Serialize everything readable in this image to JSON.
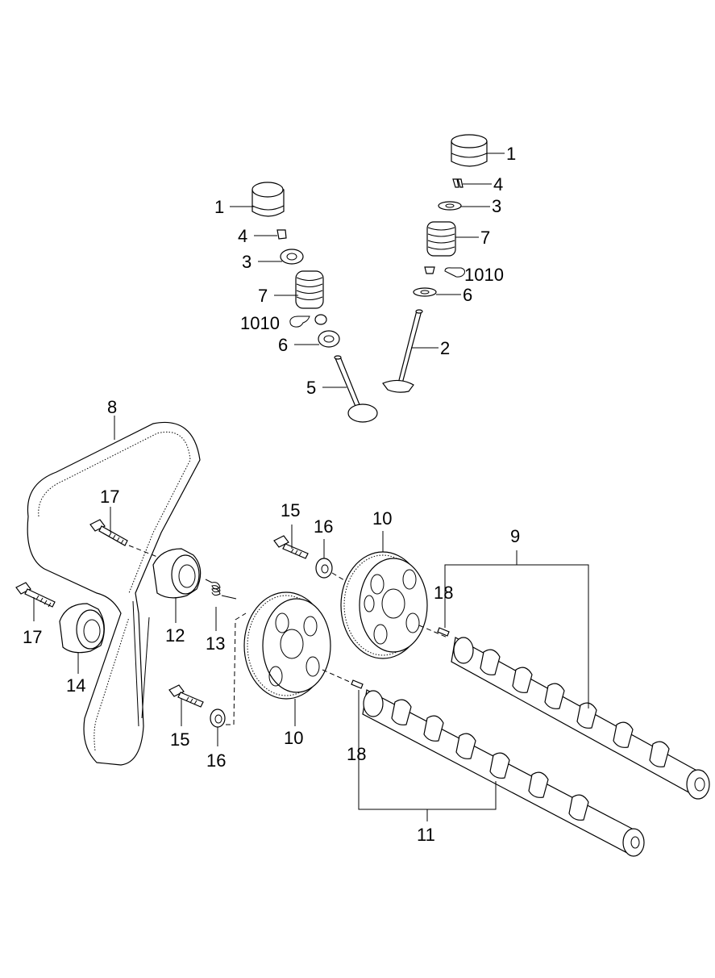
{
  "diagram": {
    "type": "exploded-parts-diagram",
    "subject": "camshaft, valve train and timing belt",
    "callouts": {
      "lifter_right": "1",
      "cotter_right": "4",
      "retainer_right": "3",
      "spring_right": "7",
      "seal_right": "1010",
      "seat_right": "6",
      "valve_exhaust": "2",
      "lifter_left": "1",
      "cotter_left": "4",
      "retainer_left": "3",
      "spring_left": "7",
      "seal_left": "1010",
      "seat_left": "6",
      "valve_intake": "5",
      "timing_belt": "8",
      "camshaft_upper": "9",
      "sprocket_upper": "10",
      "sprocket_lower": "10",
      "camshaft_lower": "11",
      "idler_pulley": "12",
      "spring_tensioner": "13",
      "tensioner_pulley": "14",
      "bolt_upper": "15",
      "bolt_lower": "15",
      "washer_upper": "16",
      "washer_lower": "16",
      "bolt_idler": "17",
      "bolt_tensioner": "17",
      "pin_upper": "18",
      "pin_lower": "18"
    }
  }
}
